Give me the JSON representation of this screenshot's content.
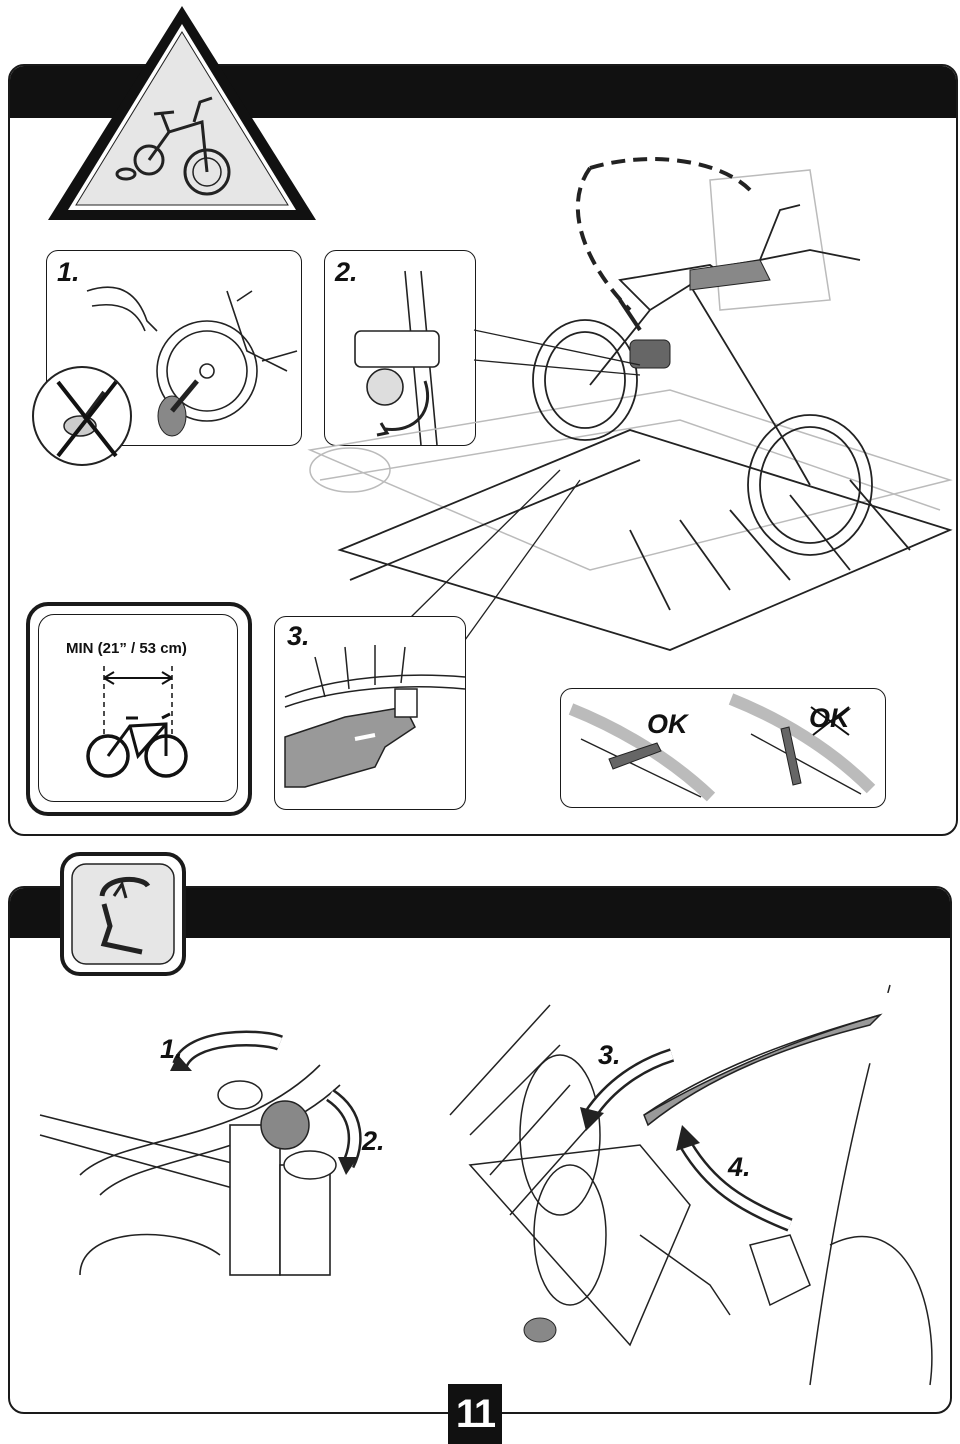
{
  "top_panel": {
    "steps": [
      "1.",
      "2.",
      "3."
    ],
    "min_gap_label": "MIN (21” / 53 cm)",
    "strap_ok": "OK",
    "strap_not_ok": "OK"
  },
  "bottom_panel": {
    "steps": [
      "1.",
      "2.",
      "3.",
      "4."
    ]
  },
  "page_number": "11"
}
